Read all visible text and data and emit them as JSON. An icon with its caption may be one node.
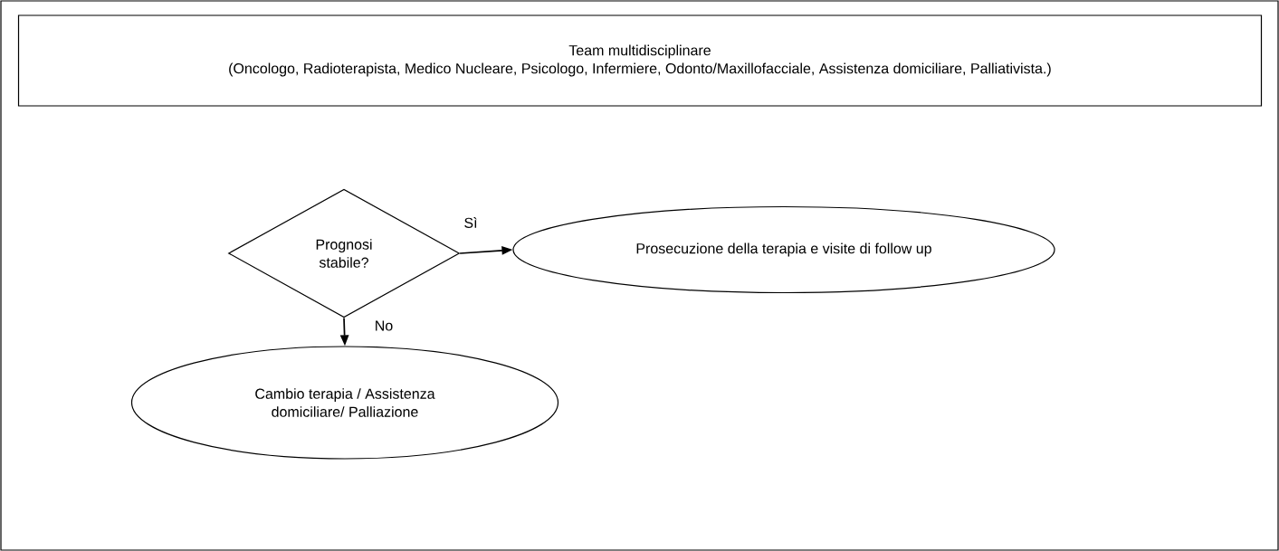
{
  "diagram": {
    "nodes": [
      {
        "text": [
          "Team multidisciplinare",
          "(Oncologo, Radioterapista, Medico Nucleare, Psicologo, Infermiere, Odonto/Maxillofacciale,  Assistenza domiciliare, Palliativista.)"
        ]
      },
      {
        "text": [
          "Prognosi stabile?"
        ]
      },
      {
        "text": [
          "Prosecuzione della terapia e visite di follow up"
        ]
      },
      {
        "text": [
          "Cambio terapia / Assistenza domiciliare/ Palliazione"
        ]
      }
    ],
    "edges": [
      {
        "from": 1,
        "to": 2,
        "arrow": "to",
        "label": "Sì"
      },
      {
        "from": 1,
        "to": 3,
        "arrow": "to",
        "label": "No"
      }
    ]
  }
}
